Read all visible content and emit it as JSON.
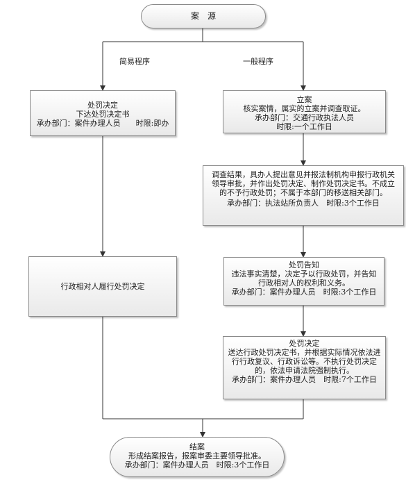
{
  "start": {
    "title": "案　源"
  },
  "branches": {
    "simple": "简易程序",
    "general": "一般程序"
  },
  "simple": {
    "box1": {
      "title": "处罚决定",
      "line1": "下达处罚决定书",
      "line2": "承办部门：案件办理人员　　时限:即办"
    },
    "box2": {
      "text": "行政相对人履行处罚决定"
    }
  },
  "general": {
    "box1": {
      "title": "立案",
      "line1": "核实案情，属实的立案并调查取证。",
      "line2": "承办部门：交通行政执法人员",
      "line3": "时限:一个工作日"
    },
    "box2": {
      "body": "调查结果，具办人提出意见并报法制机构申报行政机关领导审批，并作出处罚决定、制作处罚决定书。不成立的不予行政处罚；不属于本部门的移送相关部门。",
      "footer": "承办部门：执法站所负责人　时限:3个工作日"
    },
    "box3": {
      "title": "处罚告知",
      "body": "违法事实清楚，决定予以行政处罚，并告知行政相对人的权利和义务。",
      "footer": "承办部门：案件办理人员　时限:3个工作日"
    },
    "box4": {
      "title": "处罚决定",
      "body": "送达行政处罚决定书，并根据实际情况依法进行行政复议、行政诉讼等。不执行处罚决定的，依法申请法院强制执行。",
      "footer": "承办部门：案件办理人员　时限:7个工作日"
    }
  },
  "end": {
    "title": "结案",
    "line1": "形成结案报告，报案审委主要领导批准。",
    "line2": "承办部门：案件办理人员　时限:3个工作日"
  }
}
